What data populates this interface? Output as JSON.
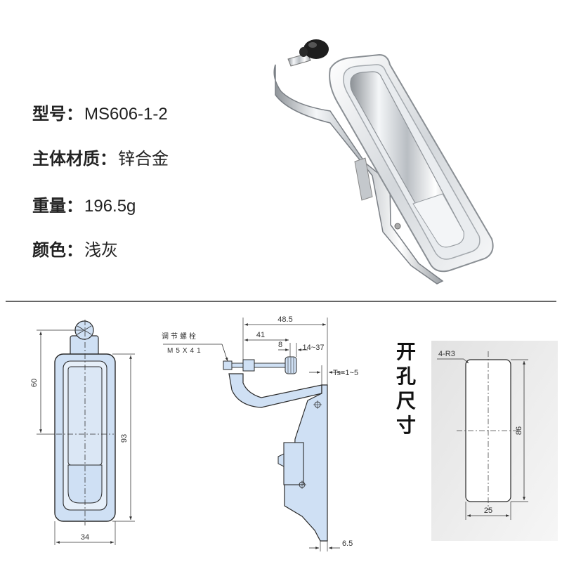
{
  "specs": [
    {
      "label": "型号：",
      "value": "MS606-1-2"
    },
    {
      "label": "主体材质：",
      "value": "锌合金"
    },
    {
      "label": "重量：",
      "value": "196.5g"
    },
    {
      "label": "颜色：",
      "value": "浅灰"
    }
  ],
  "front_view": {
    "height_upper": "60",
    "height_total": "93",
    "width": "34"
  },
  "side_view": {
    "dim_total": "48.5",
    "dim_41": "41",
    "dim_8": "8",
    "dim_range": "14~37",
    "thickness": "Ts=1~5",
    "flange": "6.5",
    "bolt_label": "调节螺栓",
    "bolt_size": "M5X41"
  },
  "cutout": {
    "title": "开孔尺寸",
    "radius": "4-R3",
    "height": "86",
    "width": "25"
  },
  "colors": {
    "body_fill": "#cfe0f4",
    "inner_fill": "#e6eff9",
    "line": "#2a2a2a",
    "panel_bg": "#ececec"
  }
}
